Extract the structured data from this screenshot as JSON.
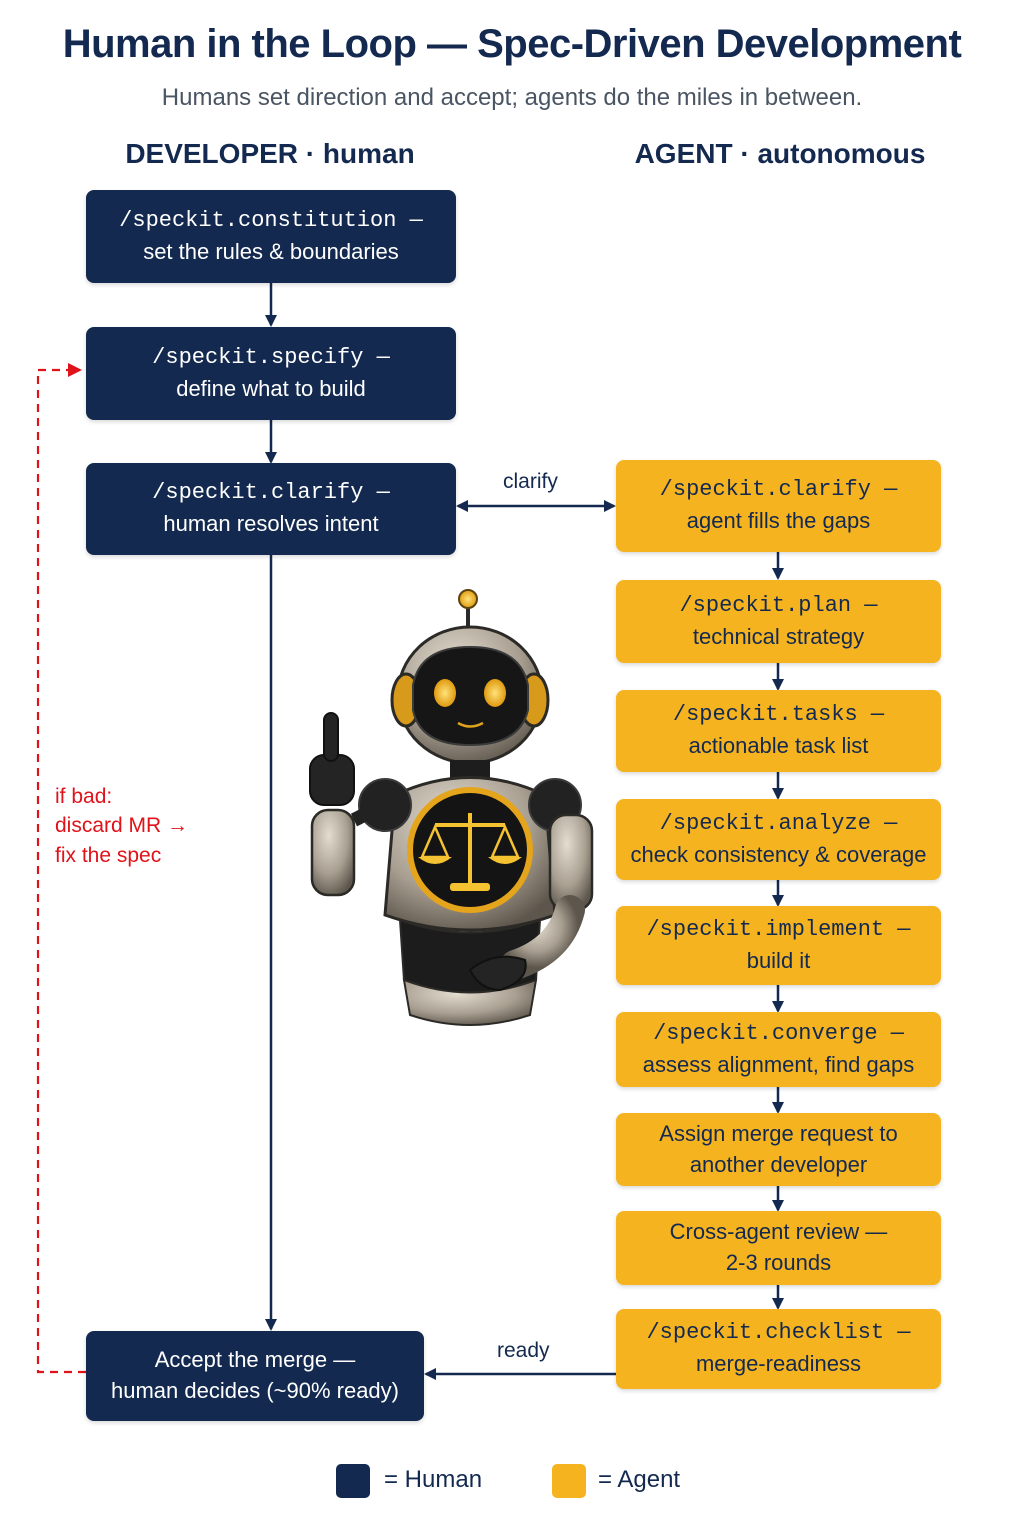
{
  "header": {
    "title": "Human in the Loop — Spec-Driven Development",
    "subtitle": "Humans set direction and accept; agents do the miles in between."
  },
  "columns": {
    "developer": "DEVELOPER · human",
    "agent": "AGENT · autonomous"
  },
  "human_steps": [
    {
      "cmd": "/speckit.constitution —",
      "desc": "set the rules & boundaries"
    },
    {
      "cmd": "/speckit.specify —",
      "desc": "define what to build"
    },
    {
      "cmd": "/speckit.clarify —",
      "desc": "human resolves intent"
    },
    {
      "cmd": "Accept the merge —",
      "desc": "human decides (~90% ready)"
    }
  ],
  "agent_steps": [
    {
      "cmd": "/speckit.clarify —",
      "desc": "agent fills the gaps"
    },
    {
      "cmd": "/speckit.plan —",
      "desc": "technical strategy"
    },
    {
      "cmd": "/speckit.tasks —",
      "desc": "actionable task list"
    },
    {
      "cmd": "/speckit.analyze —",
      "desc": "check consistency & coverage"
    },
    {
      "cmd": "/speckit.implement —",
      "desc": "build it"
    },
    {
      "cmd": "/speckit.converge —",
      "desc": "assess alignment, find gaps"
    },
    {
      "cmd": "Assign merge request to",
      "desc": "another developer"
    },
    {
      "cmd": "Cross-agent review —",
      "desc": "2-3 rounds"
    },
    {
      "cmd": "/speckit.checklist —",
      "desc": "merge-readiness"
    }
  ],
  "connectors": {
    "clarify_label": "clarify",
    "ready_label": "ready"
  },
  "loop_note": {
    "line1": "if bad:",
    "line2": "discard MR →",
    "line3": "fix the spec"
  },
  "legend": {
    "human": "= Human",
    "agent": "= Agent"
  },
  "colors": {
    "human": "#13294f",
    "agent": "#f5b320",
    "loop": "#e0121a"
  },
  "illustration": {
    "subject": "robot-with-scales-of-justice"
  }
}
